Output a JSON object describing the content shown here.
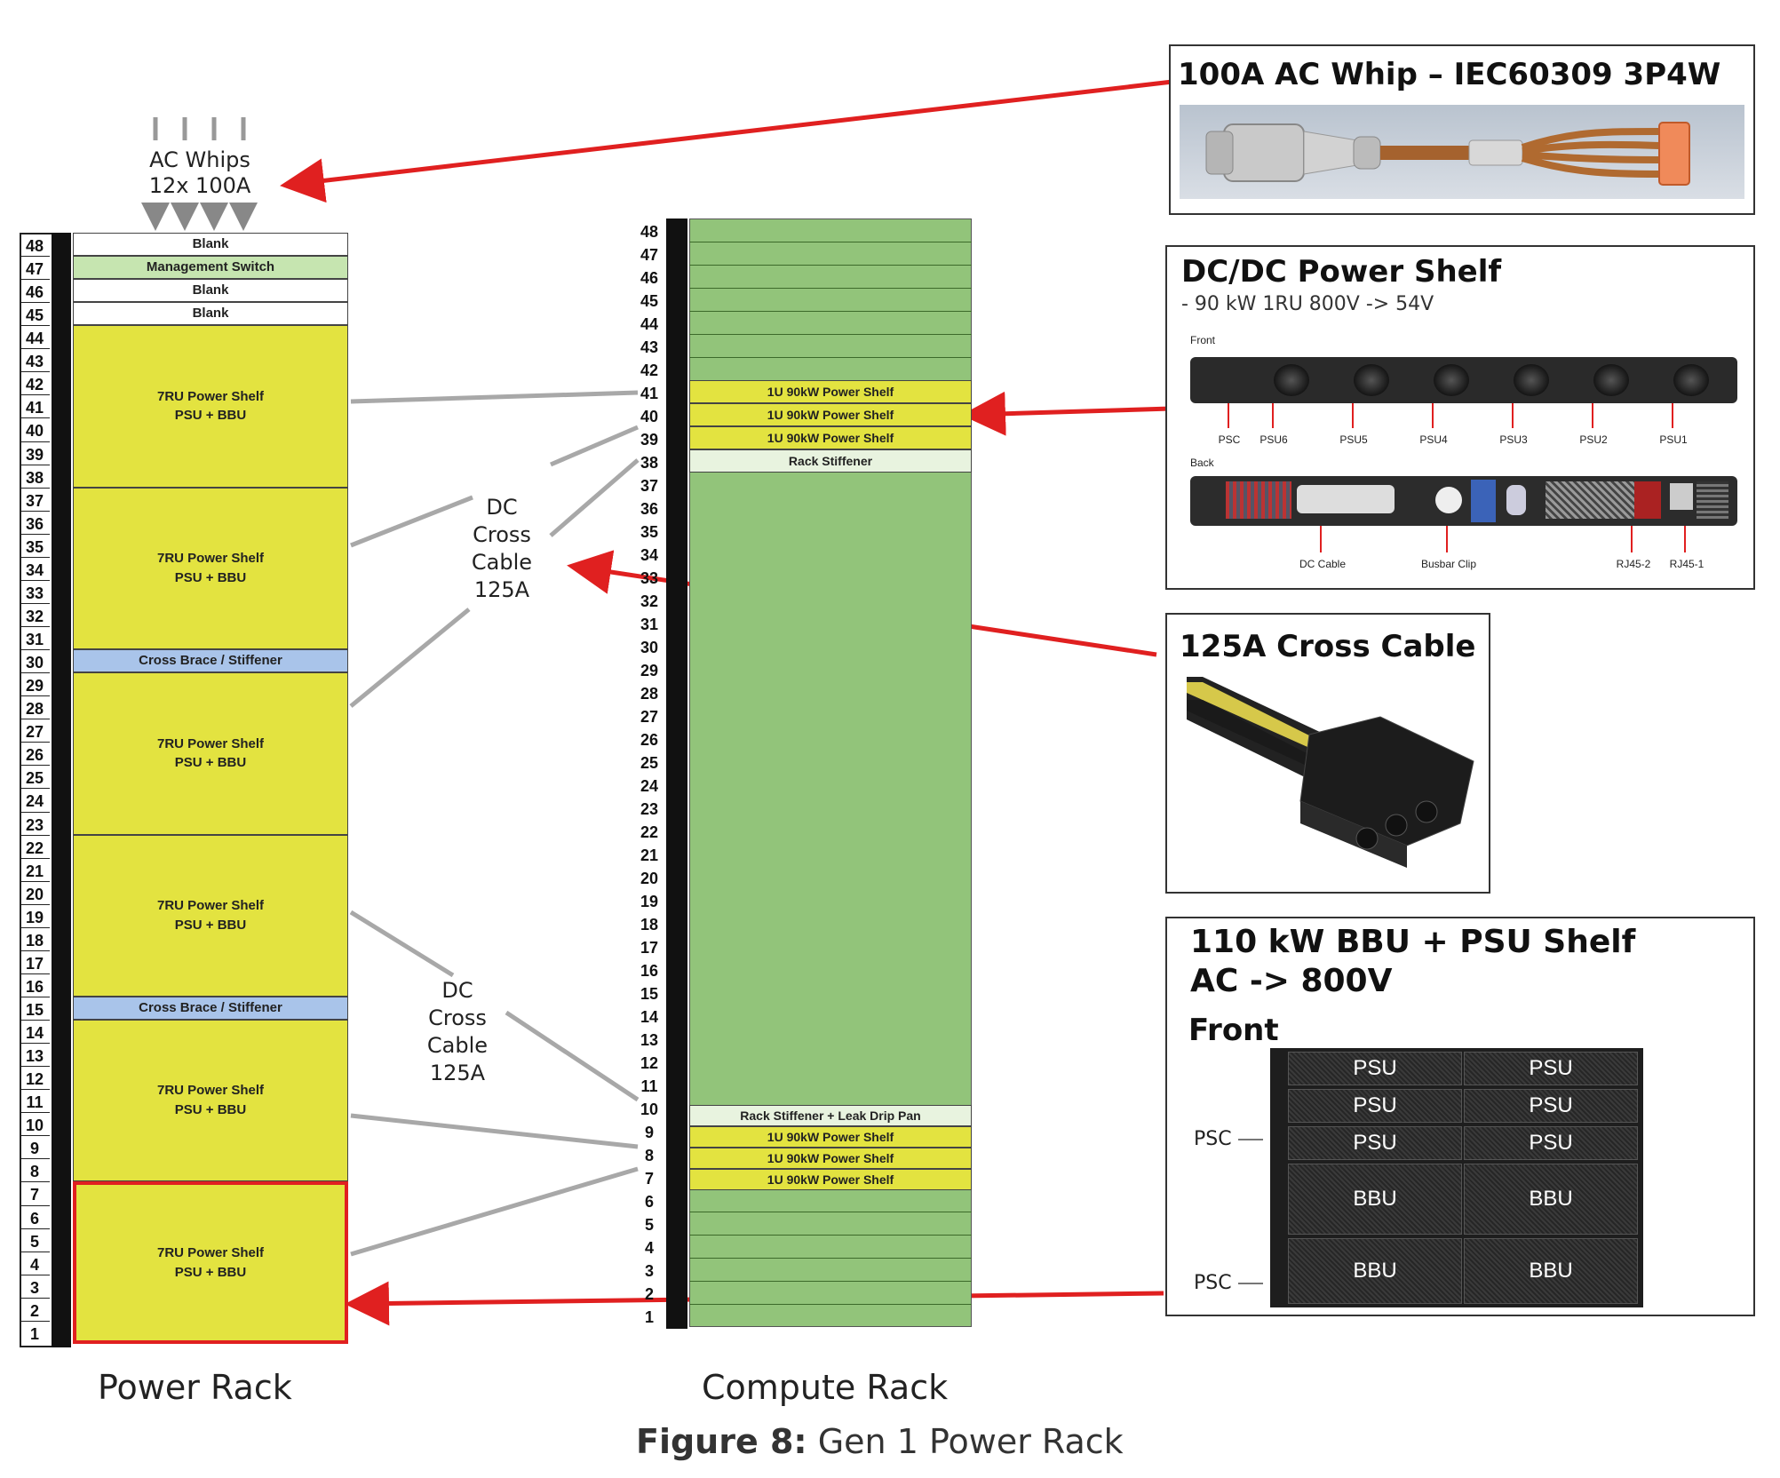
{
  "ac_whips": {
    "line1": "AC Whips",
    "line2": "12x 100A"
  },
  "power_rack": {
    "caption": "Power Rack",
    "units": [
      "48",
      "47",
      "46",
      "45",
      "44",
      "43",
      "42",
      "41",
      "40",
      "39",
      "38",
      "37",
      "36",
      "35",
      "34",
      "33",
      "32",
      "31",
      "30",
      "29",
      "28",
      "27",
      "26",
      "25",
      "24",
      "23",
      "22",
      "21",
      "20",
      "19",
      "18",
      "17",
      "16",
      "15",
      "14",
      "13",
      "12",
      "11",
      "10",
      "9",
      "8",
      "7",
      "6",
      "5",
      "4",
      "3",
      "2",
      "1"
    ],
    "slots": [
      {
        "label": "Blank",
        "color": "#ffffff"
      },
      {
        "label": "Management Switch",
        "color": "#c6e5b0"
      },
      {
        "label": "Blank",
        "color": "#ffffff"
      },
      {
        "label": "Blank",
        "color": "#ffffff"
      },
      {
        "label": "7RU Power Shelf",
        "label2": "PSU + BBU",
        "color": "#e3e340"
      },
      {
        "label": "7RU Power Shelf",
        "label2": "PSU + BBU",
        "color": "#e3e340"
      },
      {
        "label": "Cross Brace / Stiffener",
        "color": "#a9c4ea"
      },
      {
        "label": "7RU Power Shelf",
        "label2": "PSU + BBU",
        "color": "#e3e340"
      },
      {
        "label": "7RU Power Shelf",
        "label2": "PSU + BBU",
        "color": "#e3e340"
      },
      {
        "label": "Cross Brace / Stiffener",
        "color": "#a9c4ea"
      },
      {
        "label": "7RU Power Shelf",
        "label2": "PSU + BBU",
        "color": "#e3e340"
      },
      {
        "label": "7RU Power Shelf",
        "label2": "PSU + BBU",
        "color": "#e3e340",
        "highlight": true
      }
    ]
  },
  "compute_rack": {
    "caption": "Compute Rack",
    "units": [
      "48",
      "47",
      "46",
      "45",
      "44",
      "43",
      "42",
      "41",
      "40",
      "39",
      "38",
      "37",
      "36",
      "35",
      "34",
      "33",
      "32",
      "31",
      "30",
      "29",
      "28",
      "27",
      "26",
      "25",
      "24",
      "23",
      "22",
      "21",
      "20",
      "19",
      "18",
      "17",
      "16",
      "15",
      "14",
      "13",
      "12",
      "11",
      "10",
      "9",
      "8",
      "7",
      "6",
      "5",
      "4",
      "3",
      "2",
      "1"
    ],
    "slots": [
      {
        "label": "1U 90kW Power Shelf",
        "color": "#e3e340"
      },
      {
        "label": "1U 90kW Power Shelf",
        "color": "#e3e340"
      },
      {
        "label": "1U 90kW Power Shelf",
        "color": "#e3e340"
      },
      {
        "label": "Rack Stiffener",
        "color": "#e8f3df"
      },
      {
        "label": "Rack Stiffener + Leak Drip Pan",
        "color": "#e8f3df"
      },
      {
        "label": "1U 90kW Power Shelf",
        "color": "#e3e340"
      },
      {
        "label": "1U 90kW Power Shelf",
        "color": "#e3e340"
      },
      {
        "label": "1U 90kW Power Shelf",
        "color": "#e3e340"
      }
    ],
    "fill_color": "#92c47a"
  },
  "dc_labels": [
    {
      "l1": "DC",
      "l2": "Cross",
      "l3": "Cable",
      "l4": "125A"
    },
    {
      "l1": "DC",
      "l2": "Cross",
      "l3": "Cable",
      "l4": "125A"
    }
  ],
  "panels": {
    "ac_whip": {
      "title": "100A AC Whip – IEC60309 3P4W"
    },
    "dcdc": {
      "title": "DC/DC Power Shelf",
      "subtitle": "- 90 kW 1RU 800V -> 54V",
      "front_label": "Front",
      "back_label": "Back",
      "front_ports": [
        "PSC",
        "PSU6",
        "PSU5",
        "PSU4",
        "PSU3",
        "PSU2",
        "PSU1"
      ],
      "back_ports": [
        "DC Cable",
        "Busbar Clip",
        "RJ45-2",
        "RJ45-1"
      ]
    },
    "cross_cable": {
      "title": "125A Cross Cable"
    },
    "bbu": {
      "title_line1": "110 kW BBU + PSU Shelf",
      "title_line2": "AC -> 800V",
      "front_label": "Front",
      "psc_label": "PSC",
      "cells": [
        "PSU",
        "PSU",
        "PSU",
        "PSU",
        "PSU",
        "PSU",
        "BBU",
        "BBU",
        "BBU",
        "BBU"
      ]
    }
  },
  "figure": {
    "label": "Figure 8:",
    "title": "Gen 1 Power Rack"
  },
  "colors": {
    "arrow_red": "#e02020",
    "connector_gray": "#a8a8a8",
    "rail_black": "#111111"
  }
}
